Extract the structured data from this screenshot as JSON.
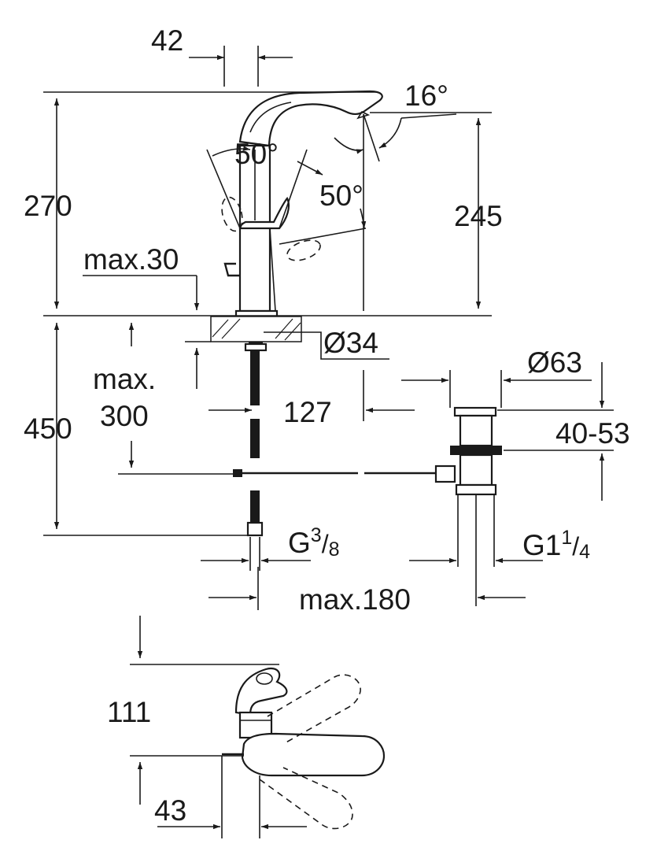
{
  "dimensions": {
    "d42": "42",
    "d16deg": "16°",
    "d50deg_a": "50°",
    "d50deg_b": "50°",
    "d270": "270",
    "d245": "245",
    "max30": "max.30",
    "dia34": "Ø34",
    "max300_line1": "max.",
    "max300_line2": "300",
    "d450": "450",
    "d127": "127",
    "dia63": "Ø63",
    "d40_53": "40-53",
    "g38_base": "G",
    "g38_num": "3",
    "g38_den": "8",
    "g114_base": "G1",
    "g114_num": "1",
    "g114_den": "4",
    "max180": "max.180",
    "d111": "111",
    "d43": "43"
  }
}
